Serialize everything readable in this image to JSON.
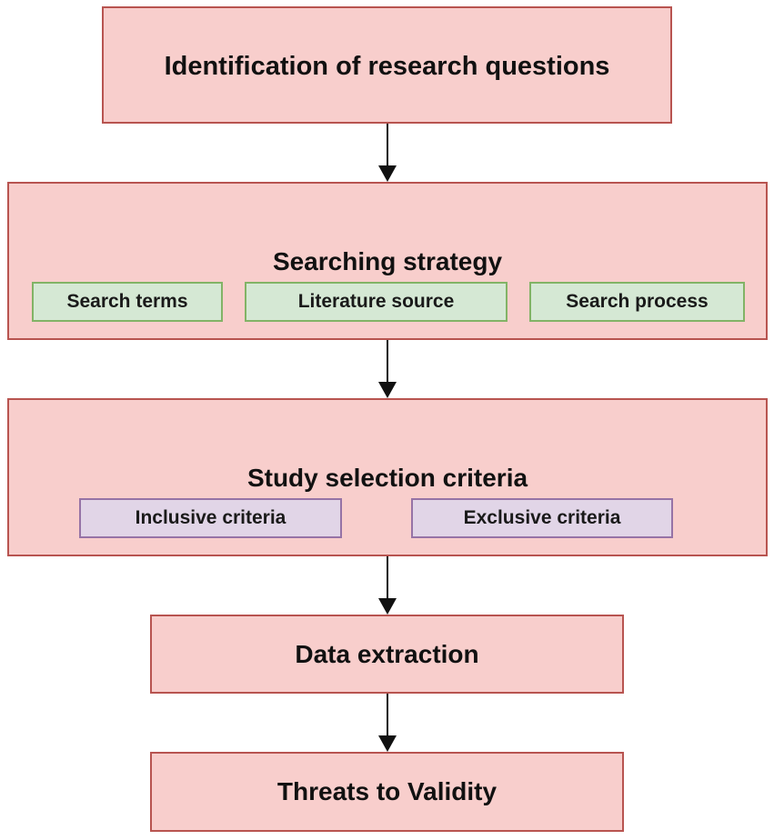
{
  "steps": {
    "research_questions": "Identification of research questions",
    "searching_strategy": {
      "title": "Searching strategy",
      "items": [
        "Search terms",
        "Literature source",
        "Search process"
      ]
    },
    "study_selection": {
      "title": "Study selection criteria",
      "items": [
        "Inclusive criteria",
        "Exclusive criteria"
      ]
    },
    "data_extraction": "Data extraction",
    "threats": "Threats to Validity"
  },
  "colors": {
    "step_fill": "#f8cecc",
    "step_border": "#b85450",
    "strategy_item_fill": "#d5e8d4",
    "strategy_item_border": "#82b366",
    "criteria_item_fill": "#e1d5e7",
    "criteria_item_border": "#9673a6",
    "arrow": "#111111"
  }
}
